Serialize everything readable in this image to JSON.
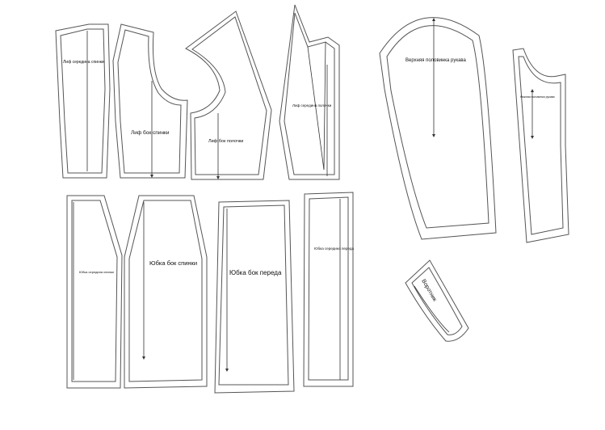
{
  "pieces": {
    "bodice_back_center": "Лиф середина спинки",
    "bodice_back_side": "Лиф бок спинки",
    "bodice_front_side": "Лиф бок полочки",
    "bodice_front_center": "Лиф середина полочки",
    "sleeve_upper": "Верхняя половинка рукава",
    "sleeve_lower": "Нижняя половинка рукава",
    "skirt_back_center": "Юбка середина спинки",
    "skirt_back_side": "Юбка бок спинки",
    "skirt_front_side": "Юбка бок переда",
    "skirt_front_center": "Юбка середина переда",
    "collar": "Воротник"
  },
  "colors": {
    "outline": "#555555",
    "text": "#111111",
    "background": "#ffffff"
  }
}
